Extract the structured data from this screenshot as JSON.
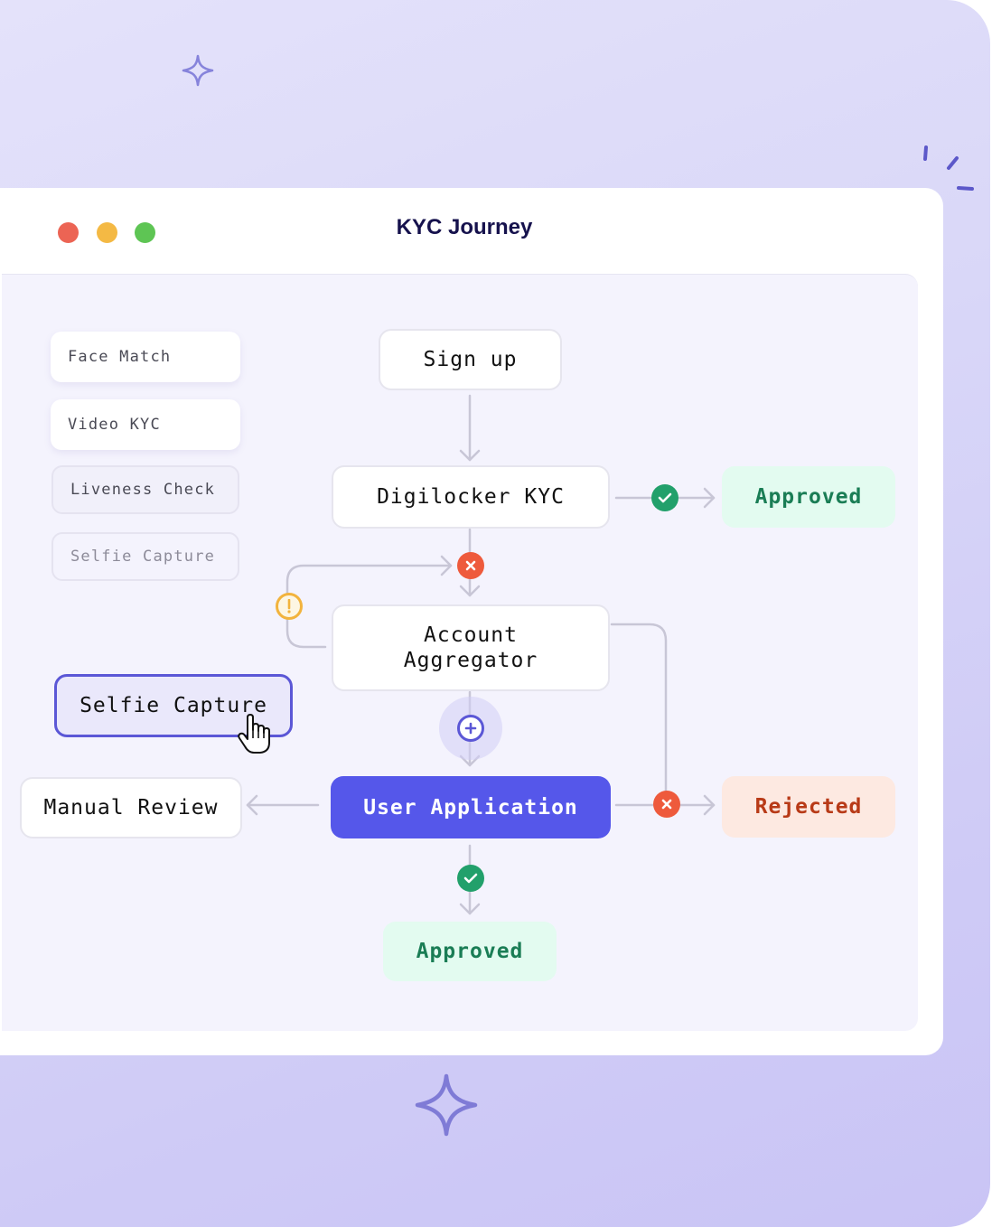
{
  "window": {
    "title": "KYC Journey",
    "controls": [
      {
        "name": "close",
        "color": "#ec6454"
      },
      {
        "name": "minimize",
        "color": "#f4b944"
      },
      {
        "name": "maximize",
        "color": "#5ec554"
      }
    ]
  },
  "palette": {
    "title": "Face Match|Video KYC|Liveness Check|Selfie Capture",
    "items": [
      {
        "label": "Face Match",
        "style": "solid"
      },
      {
        "label": "Video KYC",
        "style": "solid"
      },
      {
        "label": "Liveness Check",
        "style": "soft"
      },
      {
        "label": "Selfie Capture",
        "style": "ghost"
      }
    ],
    "dragging": {
      "label": "Selfie Capture",
      "cursor": "hand-pointer-icon"
    }
  },
  "flow": {
    "nodes": {
      "sign_up": "Sign up",
      "digilocker": "Digilocker KYC",
      "account_aggregator_line1": "Account",
      "account_aggregator_line2": "Aggregator",
      "user_application": "User Application",
      "manual_review": "Manual Review"
    },
    "outcomes": {
      "digilocker_approved": "Approved",
      "rejected": "Rejected",
      "final_approved": "Approved"
    },
    "markers": {
      "digilocker_success": "check-icon",
      "digilocker_fail": "x-icon",
      "retry_warning": "warning-icon",
      "add_step": "plus-icon",
      "application_reject": "x-icon",
      "application_success": "check-icon"
    }
  },
  "colors": {
    "accent": "#5557ea",
    "success": "#22a06b",
    "error": "#ee5a3c",
    "warning": "#f2b33d",
    "connector": "#c8c6d6",
    "title": "#16124d"
  }
}
